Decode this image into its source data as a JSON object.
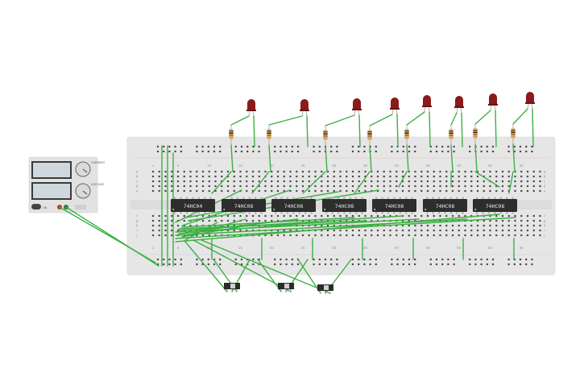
{
  "chips": [
    {
      "label": "74HC04"
    },
    {
      "label": "74HC08"
    },
    {
      "label": "74HC08"
    },
    {
      "label": "74HC08"
    },
    {
      "label": "74HC08"
    },
    {
      "label": "74HC08"
    },
    {
      "label": "74HC08"
    }
  ],
  "column_numbers": [
    "1",
    "5",
    "10",
    "15",
    "20",
    "25",
    "30",
    "35",
    "40",
    "45",
    "50",
    "55",
    "60"
  ],
  "row_letters": [
    "a",
    "b",
    "c",
    "d",
    "e",
    "f",
    "g",
    "h",
    "i",
    "j"
  ],
  "power_supply": {
    "knob_label_top": "CURRENT",
    "knob_label_bottom": "VOLTAGE",
    "switch_label": "ON"
  },
  "colors": {
    "wire": "#3cb043",
    "led": "#8b1a1a",
    "chip": "#2d2d2d",
    "breadboard": "#e6e6e6"
  }
}
